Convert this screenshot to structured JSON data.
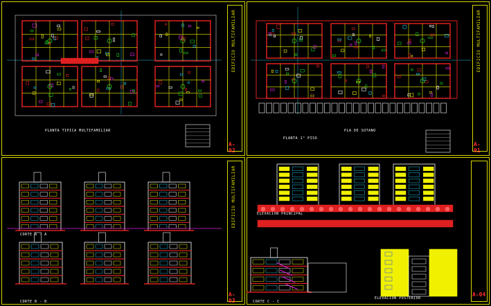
{
  "sheets": [
    {
      "id": "A-02",
      "project_title": "EDIFICIO MULTIFAMILIAR",
      "sheet_number": "A-02",
      "captions": [
        "PLANTA TIPICA MULTIFAMILIAR"
      ]
    },
    {
      "id": "A-01",
      "project_title": "EDIFICIO MULTIFAMILIAR",
      "sheet_number": "A-01",
      "captions": [
        "PLANTA 1° PISO",
        "PLA     DE     SOTANO"
      ]
    },
    {
      "id": "A-03",
      "project_title": "EDIFICIO MULTIFAMILIAR",
      "sheet_number": "A-03",
      "captions": [
        "CORTE A - A",
        "CORTE B - B"
      ]
    },
    {
      "id": "A-04",
      "project_title": "",
      "sheet_number": "A-04",
      "captions": [
        "ELEVACION PRINCIPAL",
        "CORTE C - C",
        "ELEVACION POSTERIOR"
      ]
    }
  ],
  "colors": {
    "frame": "#d8d800",
    "wall_red": "#e02020",
    "wall_yellow": "#f0f000",
    "green": "#20d020",
    "cyan": "#20c0e0",
    "white": "#ffffff",
    "blue": "#2040ff",
    "magenta": "#e020e0"
  }
}
